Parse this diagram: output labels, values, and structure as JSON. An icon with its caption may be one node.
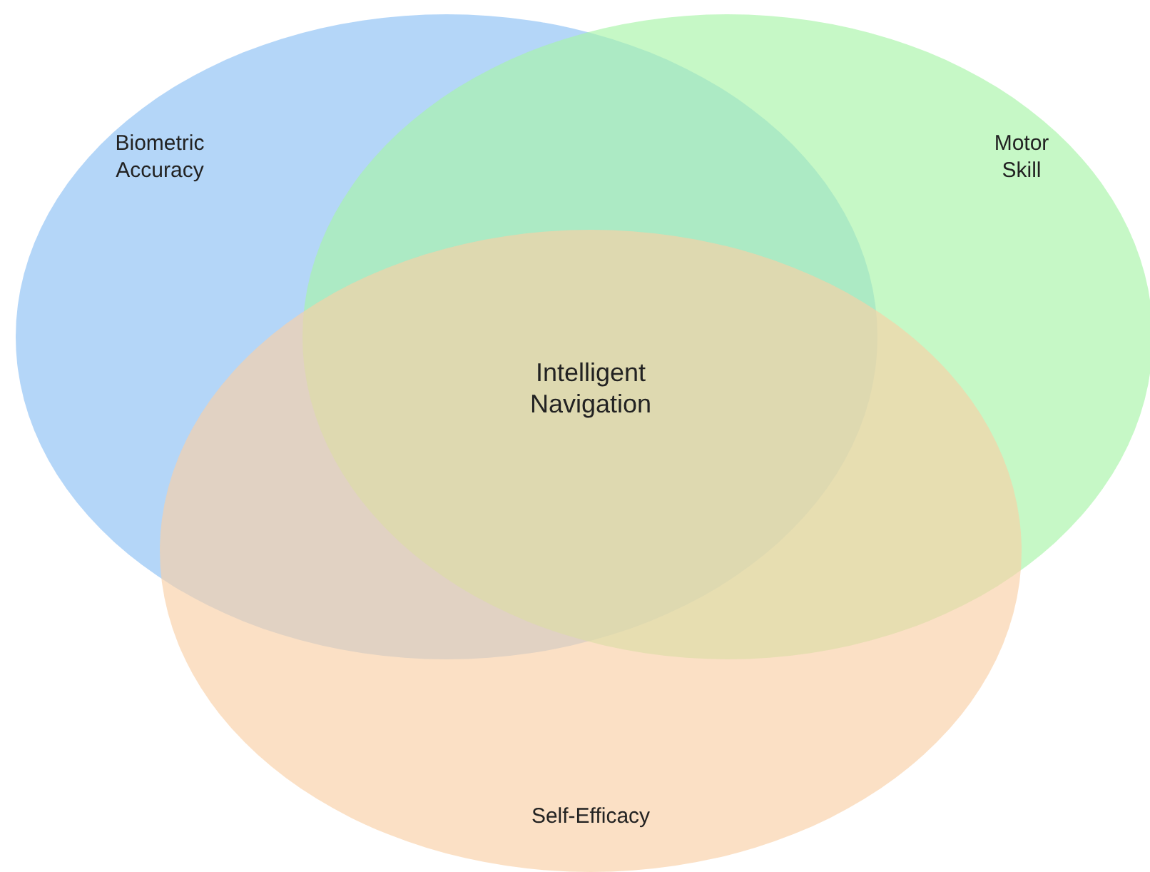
{
  "diagram": {
    "nodes": [
      {
        "text": [
          "Biometric Accuracy"
        ]
      },
      {
        "text": [
          "Motor Skill"
        ]
      },
      {
        "text": [
          "Self-Efficacy"
        ]
      }
    ],
    "edges": [],
    "labels": [
      "Intelligent Navigation"
    ]
  }
}
